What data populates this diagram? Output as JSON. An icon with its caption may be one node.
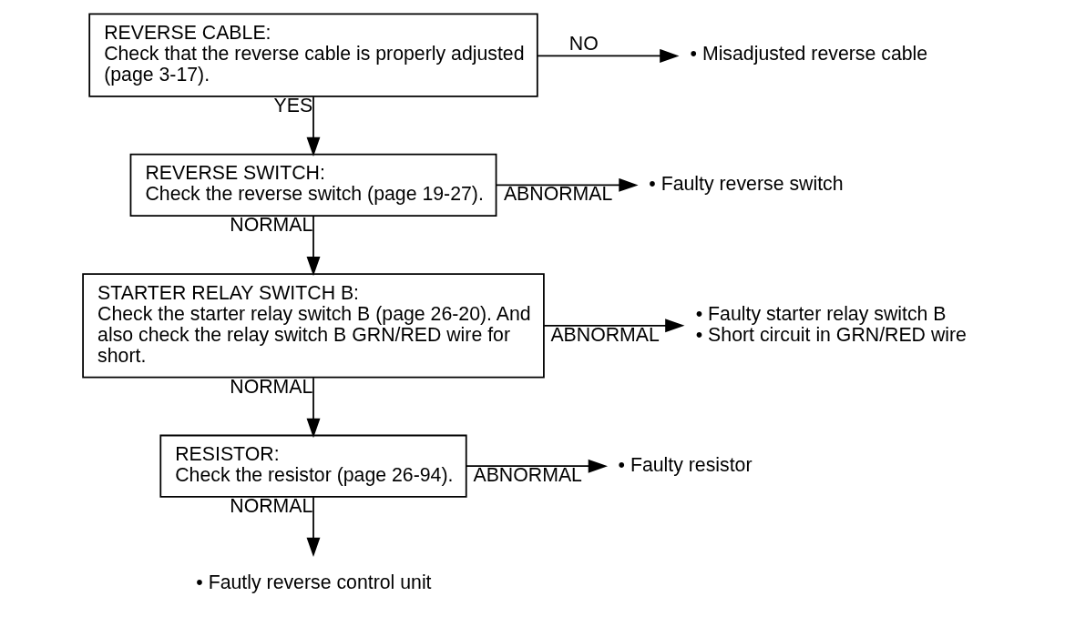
{
  "diagram": {
    "nodes": [
      {
        "text": [
          "REVERSE CABLE:",
          "Check that the reverse cable is properly adjusted (page 3-17)."
        ]
      },
      {
        "text": [
          "• Misadjusted reverse cable"
        ]
      },
      {
        "text": [
          "REVERSE SWITCH:",
          "Check the reverse switch (page 19-27)."
        ]
      },
      {
        "text": [
          "• Faulty reverse switch"
        ]
      },
      {
        "text": [
          "STARTER RELAY SWITCH B:",
          "Check the starter relay switch B (page 26-20). And also check the relay switch B GRN/RED wire for short."
        ]
      },
      {
        "text": [
          "• Faulty starter relay switch B",
          "• Short circuit in GRN/RED wire"
        ]
      },
      {
        "text": [
          "RESISTOR:",
          "Check the resistor (page 26-94)."
        ]
      },
      {
        "text": [
          "• Faulty resistor"
        ]
      },
      {
        "text": [
          "• Fautly reverse control unit"
        ]
      }
    ],
    "edges": [
      {
        "from": 0,
        "to": 1,
        "arrow": "to",
        "label": "NO"
      },
      {
        "from": 0,
        "to": 2,
        "arrow": "to",
        "label": "YES"
      },
      {
        "from": 2,
        "to": 3,
        "arrow": "to",
        "label": "ABNORMAL"
      },
      {
        "from": 2,
        "to": 4,
        "arrow": "to",
        "label": "NORMAL"
      },
      {
        "from": 4,
        "to": 5,
        "arrow": "to",
        "label": "ABNORMAL"
      },
      {
        "from": 4,
        "to": 6,
        "arrow": "to",
        "label": "NORMAL"
      },
      {
        "from": 6,
        "to": 7,
        "arrow": "to",
        "label": "ABNORMAL"
      },
      {
        "from": 6,
        "to": 8,
        "arrow": "to",
        "label": "NORMAL"
      }
    ]
  }
}
